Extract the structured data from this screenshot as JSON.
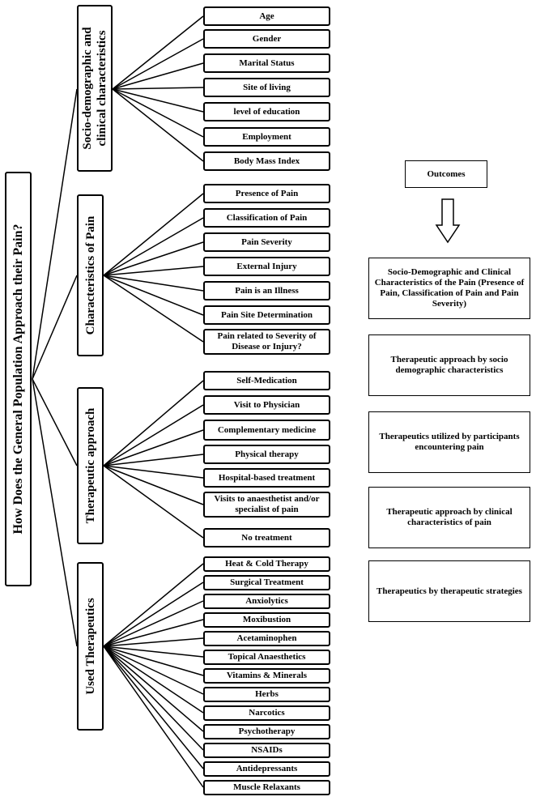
{
  "root": {
    "label": "How Does the General Population Approach their Pain?"
  },
  "categories": [
    {
      "label": "Socio-demographic and clinical characteristics",
      "items": [
        "Age",
        "Gender",
        "Marital Status",
        "Site of living",
        "level of education",
        "Employment",
        "Body Mass Index"
      ]
    },
    {
      "label": "Characteristics of Pain",
      "items": [
        "Presence of Pain",
        "Classification of Pain",
        "Pain Severity",
        "External Injury",
        "Pain is an Illness",
        "Pain Site Determination",
        "Pain related to Severity of Disease or Injury?"
      ]
    },
    {
      "label": "Therapeutic approach",
      "items": [
        "Self-Medication",
        "Visit to Physician",
        "Complementary medicine",
        "Physical therapy",
        "Hospital-based treatment",
        "Visits to anaesthetist and/or specialist of pain",
        "No treatment"
      ]
    },
    {
      "label": "Used Therapeutics",
      "items": [
        "Heat & Cold Therapy",
        "Surgical Treatment",
        "Anxiolytics",
        "Moxibustion",
        "Acetaminophen",
        "Topical Anaesthetics",
        "Vitamins & Minerals",
        "Herbs",
        "Narcotics",
        "Psychotherapy",
        "NSAIDs",
        "Antidepressants",
        "Muscle Relaxants"
      ]
    }
  ],
  "outcomes": {
    "title": "Outcomes",
    "items": [
      "Socio-Demographic and Clinical Characteristics of the Pain (Presence of Pain, Classification of Pain and Pain Severity)",
      "Therapeutic approach by socio demographic characteristics",
      "Therapeutics utilized by participants encountering pain",
      "Therapeutic approach by clinical characteristics of pain",
      "Therapeutics by therapeutic strategies"
    ]
  }
}
